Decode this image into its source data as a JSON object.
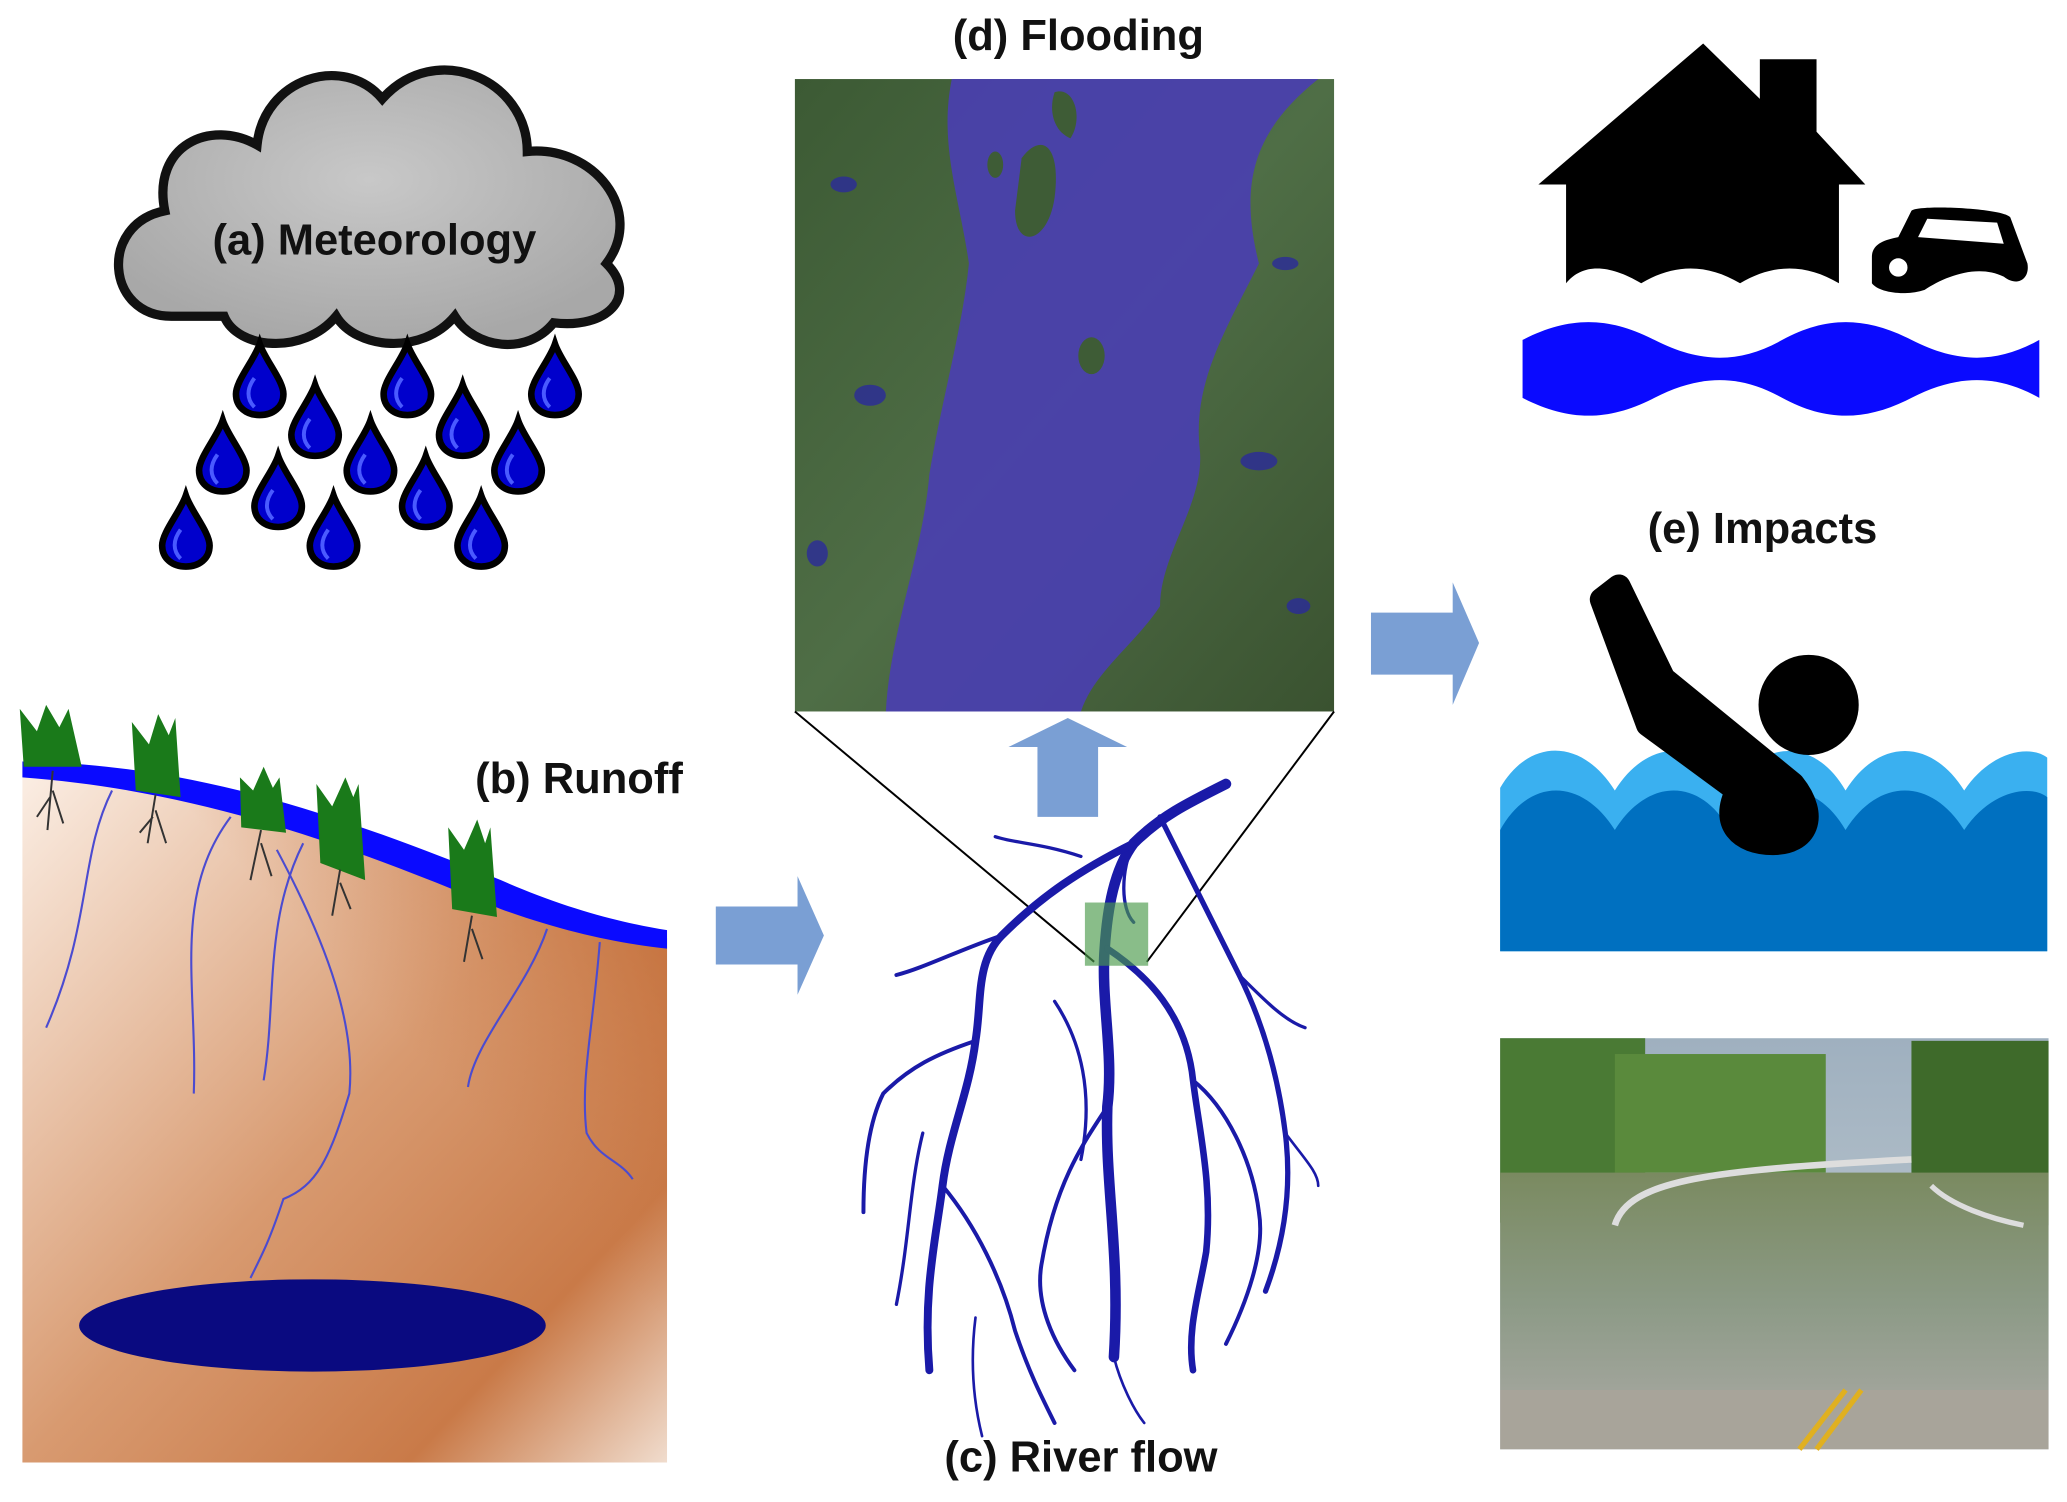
{
  "labels": {
    "meteorology": "(a) Meteorology",
    "runoff": "(b) Runoff",
    "river_flow": "(c) River flow",
    "flooding": "(d) Flooding",
    "impacts": "(e) Impacts"
  },
  "colors": {
    "arrow": "#7a9fd4",
    "water_blue": "#0a0aff",
    "groundwater": "#0a0a80",
    "river": "#1a1aa8",
    "flood_overlay": "#4a3fb0",
    "wave_dark": "#0070c0",
    "wave_light": "#3ab0f0",
    "grass": "#1a7a1a"
  }
}
